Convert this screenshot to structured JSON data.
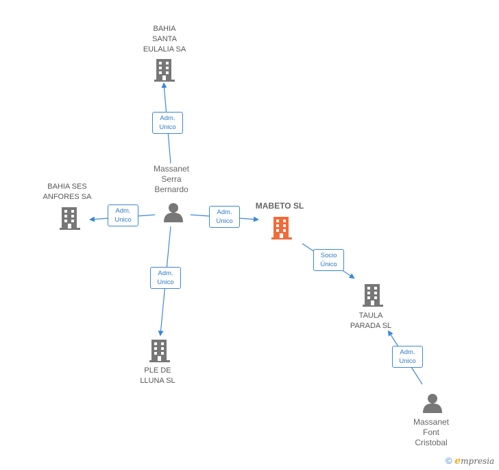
{
  "nodes": {
    "bahia_santa": {
      "label": "BAHIA\nSANTA\nEULALIA SA"
    },
    "bahia_ses": {
      "label": "BAHIA SES\nANFORES SA"
    },
    "massanet_serra": {
      "label": "Massanet\nSerra\nBernardo"
    },
    "mabeto": {
      "label": "MABETO SL"
    },
    "taula": {
      "label": "TAULA\nPARADA SL"
    },
    "ple_de_lluna": {
      "label": "PLE DE\nLLUNA SL"
    },
    "massanet_font": {
      "label": "Massanet\nFont\nCristobal"
    }
  },
  "relations": {
    "to_bahia_santa": "Adm.\nUnico",
    "to_bahia_ses": "Adm.\nUnico",
    "to_mabeto": "Adm.\nUnico",
    "to_ple": "Adm.\nUnico",
    "mabeto_taula": "Socio\nÚnico",
    "font_taula": "Adm.\nUnico"
  },
  "footer": {
    "copyright": "©",
    "brand_e": "e",
    "brand_rest": "mpresia"
  },
  "colors": {
    "edge": "#3b87d6",
    "building": "#777777",
    "main_building": "#f26a3a",
    "person": "#777777"
  }
}
